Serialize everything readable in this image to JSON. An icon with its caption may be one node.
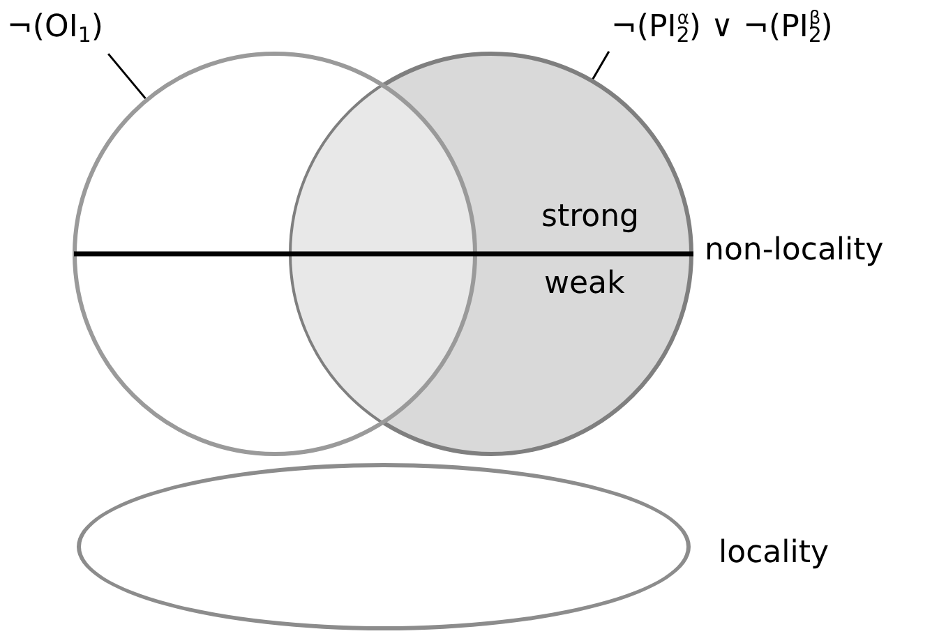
{
  "diagram": {
    "nodes": [
      {
        "text": [
          "¬(OI$_{1}$)"
        ]
      },
      {
        "text": [
          "¬(PI$_{2}$$^{α}$) ∨ ¬(PI$_{2}$$^{β}$)"
        ]
      },
      {
        "text": [],
        "shape": "circle"
      },
      {
        "text": [],
        "shape": "circle"
      },
      {
        "text": [],
        "shape": "ellipse",
        "beside": [
          "locality"
        ]
      }
    ],
    "edges": [
      {
        "from": 0,
        "to": 2,
        "arrow": "none"
      },
      {
        "from": 1,
        "to": 3,
        "arrow": "none"
      }
    ],
    "labels": [
      "strong",
      "weak",
      "non-locality"
    ]
  }
}
